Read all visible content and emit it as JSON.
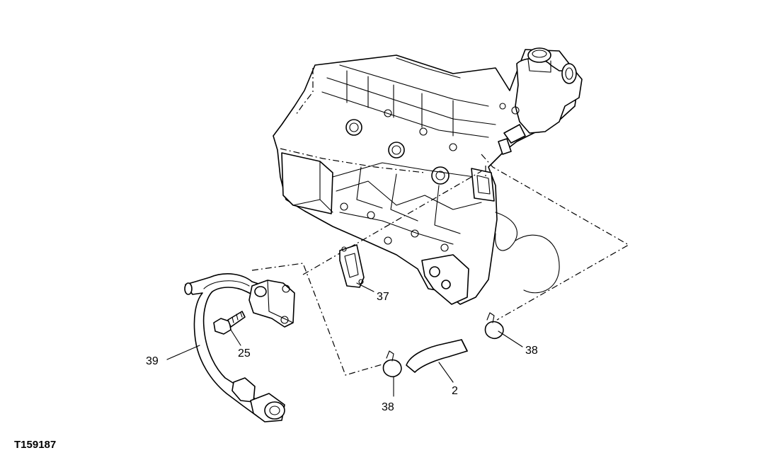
{
  "figure_code": "T159187",
  "callouts": {
    "c37": "37",
    "c38_right": "38",
    "c38_bottom": "38",
    "c2": "2",
    "c25": "25",
    "c39": "39"
  }
}
